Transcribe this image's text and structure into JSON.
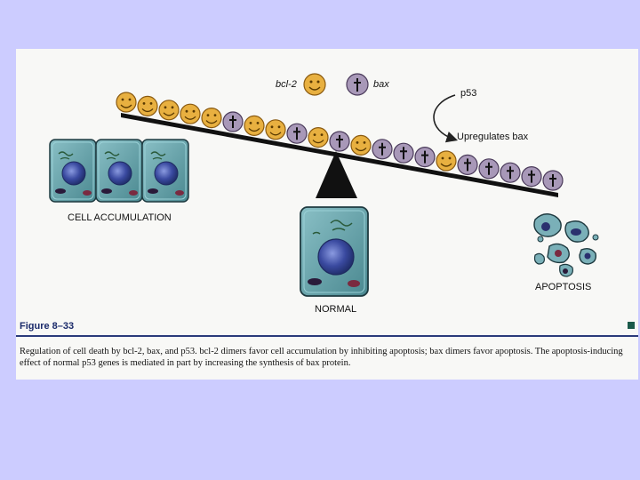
{
  "legend": {
    "bcl2_label": "bcl-2",
    "bax_label": "bax"
  },
  "p53": {
    "label": "p53",
    "action": "Upregulates bax"
  },
  "labels": {
    "cell_accumulation": "CELL ACCUMULATION",
    "normal": "NORMAL",
    "apoptosis": "APOPTOSIS"
  },
  "figure": {
    "number": "Figure 8–33",
    "caption": "Regulation of cell death by bcl-2, bax, and p53. bcl-2 dimers favor cell accumulation by inhibiting apoptosis; bax dimers favor apoptosis. The apoptosis-inducing effect of normal p53 genes is mediated in part by increasing the synthesis of bax protein."
  },
  "beads": [
    "bcl2",
    "bcl2",
    "bcl2",
    "bcl2",
    "bcl2",
    "bax",
    "bcl2",
    "bcl2",
    "bax",
    "bcl2",
    "bax",
    "bcl2",
    "bax",
    "bax",
    "bax",
    "bcl2",
    "bax",
    "bax",
    "bax",
    "bax",
    "bax"
  ],
  "colors": {
    "background": "#ccccff",
    "bcl2_face": "#e8b040",
    "bax_bead": "#a898b8",
    "cell_body": "#6aa0a8",
    "nucleus": "#3a4aa0"
  }
}
